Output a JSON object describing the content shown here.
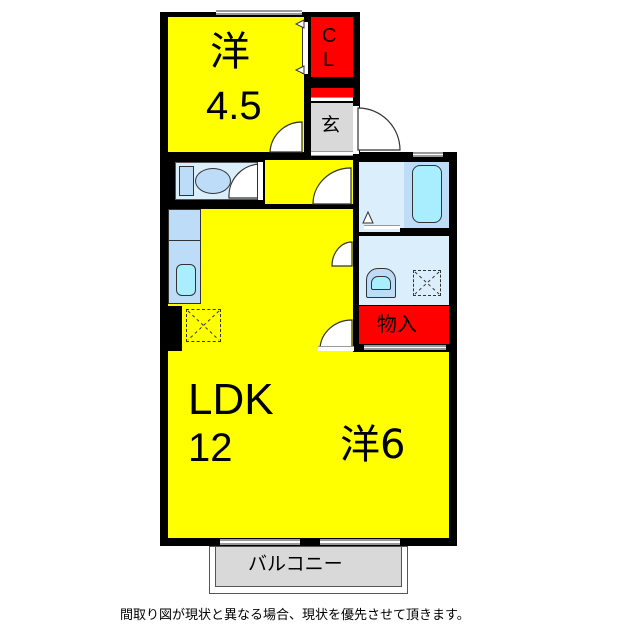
{
  "floorplan": {
    "rooms": {
      "western_room_1": {
        "label_kanji": "洋",
        "label_size": "4.5"
      },
      "closet": {
        "label_line1": "C",
        "label_line2": "L"
      },
      "entrance": {
        "label": "玄"
      },
      "ldk": {
        "label_line1": "LDK",
        "label_line2": "12"
      },
      "western_room_2": {
        "label": "洋6"
      },
      "storage": {
        "label": "物入"
      },
      "balcony": {
        "label": "バルコニー"
      }
    },
    "colors": {
      "room_fill": "#ffff00",
      "closet_fill": "#ff0000",
      "entrance_fill": "#d9d9d9",
      "wet_area_fill": "#dbeefc",
      "fixture_fill": "#a8eeff",
      "wall": "#000000"
    }
  },
  "footer": {
    "disclaimer": "間取り図が現状と異なる場合、現状を優先させて頂きます。"
  }
}
